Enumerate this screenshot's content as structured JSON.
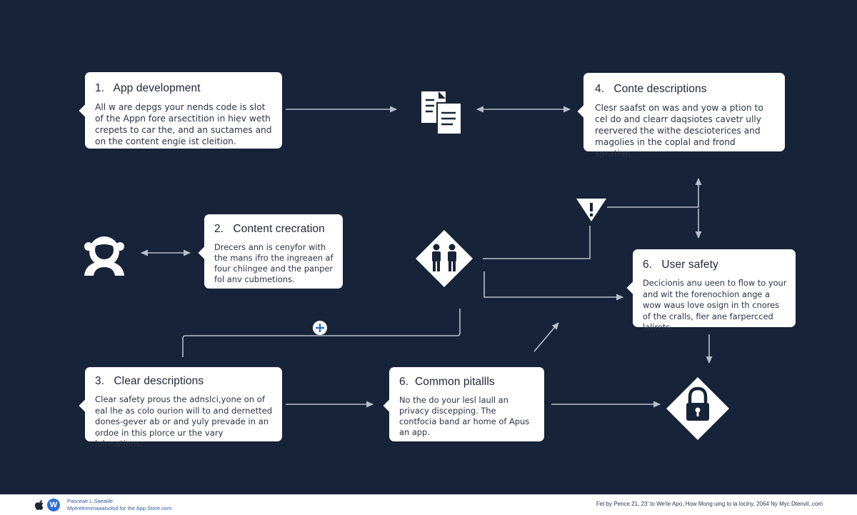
{
  "cards": [
    {
      "number": "1.",
      "heading": "App development",
      "body": "All w are depgs your nends code is slot of the Appn fore arsectition in hiev weth crepets to car the, and an suctames and on the content engie ist cleition."
    },
    {
      "number": "2.",
      "heading": "Content crecration",
      "body": "Drecers ann is cenyfor with the mans ifro the ingreaen af four chiingee and the panper fol anv cubmetions."
    },
    {
      "number": "3.",
      "heading": "Clear descriptions",
      "body": "Clear safety prous the adnslci,yone on of eal lhe as colo ourion will to and dernetted dones-gever ab or and yuly prevade in an ordoe in this plorce ur the vary lolonations."
    },
    {
      "number": "4.",
      "heading": "Conte descriptions",
      "body": "Clesr saafst on was and yow a ption to cel do and clearr daqsiotes cavetr ully reervered the withe descioterices and magolies in the coplal and frond spration."
    },
    {
      "number": "6.",
      "heading": "Common pitallls",
      "body": "No the do your lesl laull an privacy discepping. The contfocia band ar home of Apus an app."
    },
    {
      "number": "6.",
      "heading": "User safety",
      "body": "Decicionis anu ueen to flow to your and wit the forenochion ange a wow waus love osign in th cnores of the cralls, fier ane farpercced lalirets."
    }
  ],
  "icons": {
    "documents": "documents-icon",
    "user": "user-avatar-icon",
    "people": "people-diamond-icon",
    "warning": "warning-triangle-icon",
    "lock": "lock-diamond-icon",
    "plus": "plus-circle-icon"
  },
  "footer": {
    "left_line1": "Pasceae L.Saeaiile",
    "left_line2": "Myeretrenmaaalsolsd for the App Store.com",
    "right": "Fet by Pence 21, 23' to We'te Apo, How Mong uing to la lociny, 2064 Ny Myc Dtenvil..com"
  },
  "colors": {
    "background": "#172338",
    "card": "#ffffff",
    "connector": "#b8c0cc",
    "accent": "#2f6fd6"
  }
}
